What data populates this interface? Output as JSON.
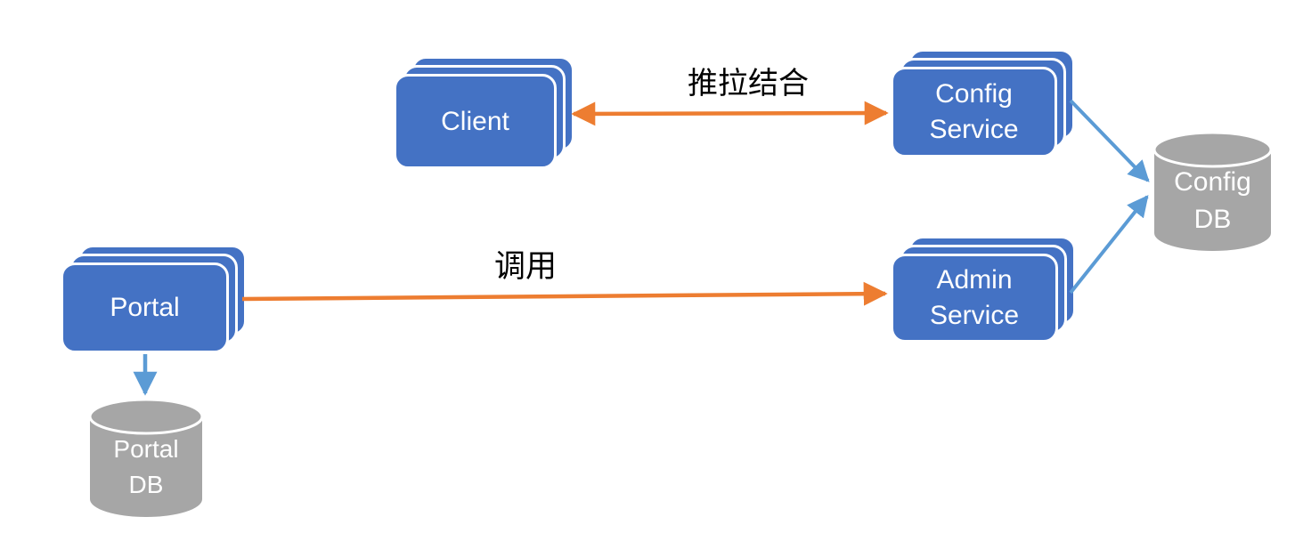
{
  "diagram": {
    "background": "#FFFFFF",
    "nodes": {
      "client": {
        "label": "Client",
        "type": "service-stack"
      },
      "config_service": {
        "line1": "Config",
        "line2": "Service",
        "type": "service-stack"
      },
      "admin_service": {
        "line1": "Admin",
        "line2": "Service",
        "type": "service-stack"
      },
      "portal": {
        "label": "Portal",
        "type": "service-stack"
      },
      "config_db": {
        "line1": "Config",
        "line2": "DB",
        "type": "database-cylinder"
      },
      "portal_db": {
        "line1": "Portal",
        "line2": "DB",
        "type": "database-cylinder"
      }
    },
    "edges": {
      "client_config_service": {
        "label": "推拉结合",
        "style": "double-headed-orange-arrow"
      },
      "portal_admin_service": {
        "label": "调用",
        "style": "orange-arrow"
      },
      "portal_to_portal_db": {
        "style": "blue-arrow"
      },
      "config_service_to_config_db": {
        "style": "blue-arrow"
      },
      "admin_service_to_config_db": {
        "style": "blue-arrow"
      }
    },
    "colors": {
      "node_fill": "#4472C4",
      "node_border": "#FFFFFF",
      "node_text": "#FFFFFF",
      "db_fill": "#A6A6A6",
      "db_text": "#FFFFFF",
      "arrow_orange": "#ED7D31",
      "arrow_blue": "#5B9BD5",
      "edge_label_text": "#000000"
    }
  }
}
